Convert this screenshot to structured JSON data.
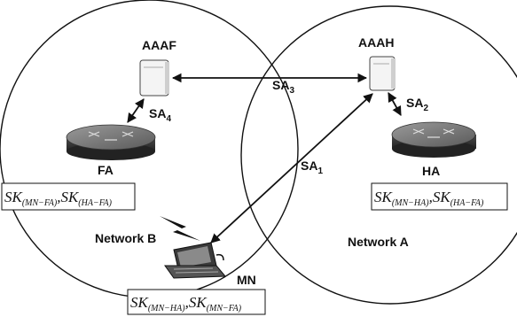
{
  "nodes": {
    "aaaf": "AAAF",
    "aaah": "AAAH",
    "fa": "FA",
    "ha": "HA",
    "mn": "MN"
  },
  "networks": {
    "b": "Network B",
    "a": "Network A"
  },
  "links": {
    "sa1": {
      "base": "SA",
      "sub": "1"
    },
    "sa2": {
      "base": "SA",
      "sub": "2"
    },
    "sa3": {
      "base": "SA",
      "sub": "3"
    },
    "sa4": {
      "base": "SA",
      "sub": "4"
    }
  },
  "keys": {
    "fa": [
      {
        "base": "SK",
        "sub": "(MN−FA)"
      },
      {
        "base": "SK",
        "sub": "(HA−FA)"
      }
    ],
    "ha": [
      {
        "base": "SK",
        "sub": "(MN−HA)"
      },
      {
        "base": "SK",
        "sub": "(HA−FA)"
      }
    ],
    "mn": [
      {
        "base": "SK",
        "sub": "(MN−HA)"
      },
      {
        "base": "SK",
        "sub": "(MN−FA)"
      }
    ]
  },
  "colors": {
    "line": "#111111",
    "router": "#6f6f6f",
    "server": "#f2f2f2"
  }
}
